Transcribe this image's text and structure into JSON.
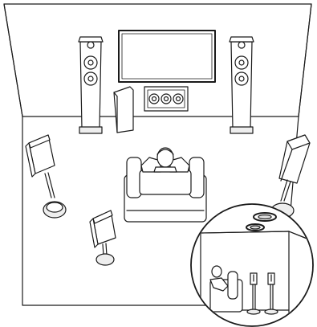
{
  "diagram": {
    "colors": {
      "line": "#1a1a1a",
      "wall_fill": "#ffffff",
      "screen_fill": "#ffffff",
      "speaker_fill": "#ffffff",
      "stand_fill": "#eeeeee",
      "inset_bg": "#ffffff"
    },
    "elements": [
      "room",
      "tv-screen",
      "front-left-tower-speaker",
      "front-right-tower-speaker",
      "center-speaker",
      "subwoofer",
      "armchair",
      "listener",
      "surround-left-speaker",
      "surround-right-speaker",
      "surround-back-speaker",
      "ceiling-speakers-inset"
    ]
  }
}
